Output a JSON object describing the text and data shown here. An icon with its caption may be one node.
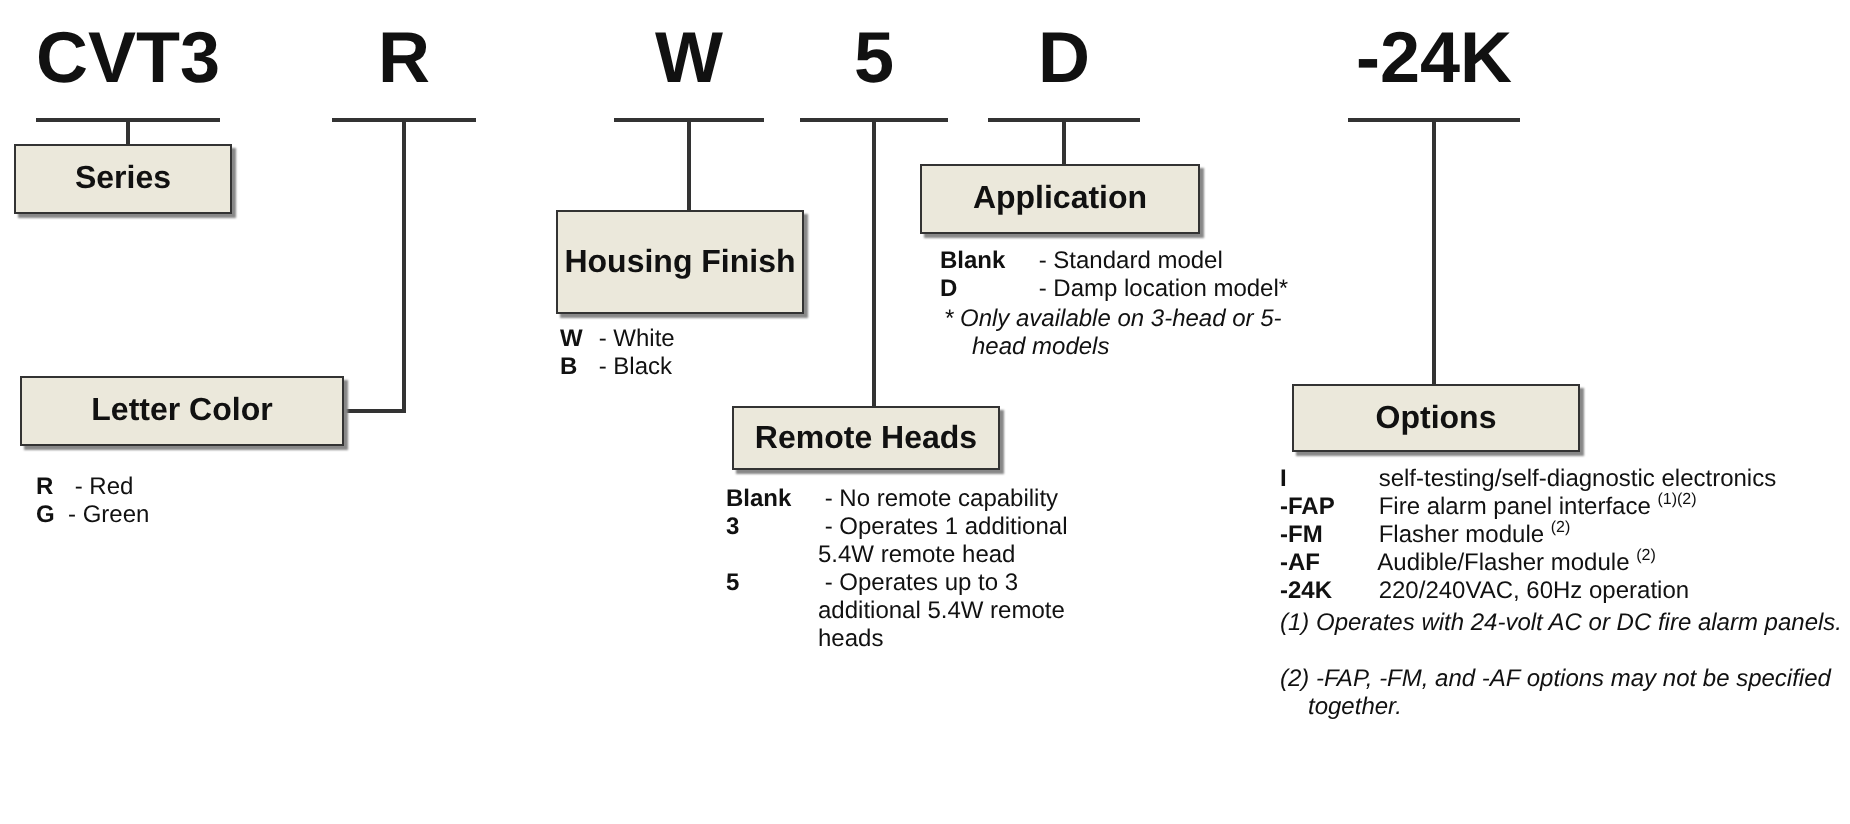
{
  "diagram": {
    "nodes": [
      {
        "text": [
          "CVT3"
        ]
      },
      {
        "text": [
          "R"
        ]
      },
      {
        "text": [
          "W"
        ]
      },
      {
        "text": [
          "5"
        ]
      },
      {
        "text": [
          "D"
        ]
      },
      {
        "text": [
          "-24K"
        ]
      },
      {
        "text": [
          "Series"
        ]
      },
      {
        "text": [
          "Letter Color"
        ],
        "beside": [
          "**R** - Red",
          "**G**- Green"
        ]
      },
      {
        "text": [
          "Housing Finish"
        ],
        "beside": [
          "**W** - White",
          "**B** - Black"
        ]
      },
      {
        "text": [
          "Application"
        ],
        "beside": [
          "**Blank** - Standard model",
          "**D** - Damp location model*"
        ]
      },
      {
        "text": [
          "Remote Heads"
        ],
        "beside": [
          "**Blank** - No remote capability",
          "**3** - Operates 1 additional 5.4W remote head",
          "**5** - Operates up to 3 additional 5.4W remote heads"
        ]
      },
      {
        "text": [
          "Options"
        ],
        "beside": [
          "**I** self-testing/self-diagnostic electronics",
          "**-FAP** Fire alarm panel interface $^{(1)(2)}$",
          "**-FM** Flasher module $^{(2)}$",
          "**-AF** Audible/Flasher module $^{(2)}$",
          "**-24K** 220/240VAC, 60Hz operation"
        ]
      }
    ],
    "edges": [
      {
        "from": 0,
        "to": 6,
        "arrow": "none"
      },
      {
        "from": 1,
        "to": 7,
        "arrow": "none"
      },
      {
        "from": 2,
        "to": 8,
        "arrow": "none"
      },
      {
        "from": 3,
        "to": 10,
        "arrow": "none"
      },
      {
        "from": 4,
        "to": 9,
        "arrow": "none"
      },
      {
        "from": 5,
        "to": 11,
        "arrow": "none"
      }
    ],
    "labels": [
      "* Only available on 3-head or 5-head models",
      "(1) Operates with 24-volt AC or DC fire alarm panels.",
      "(2) -FAP, -FM, and -AF options may not be specified together."
    ]
  }
}
